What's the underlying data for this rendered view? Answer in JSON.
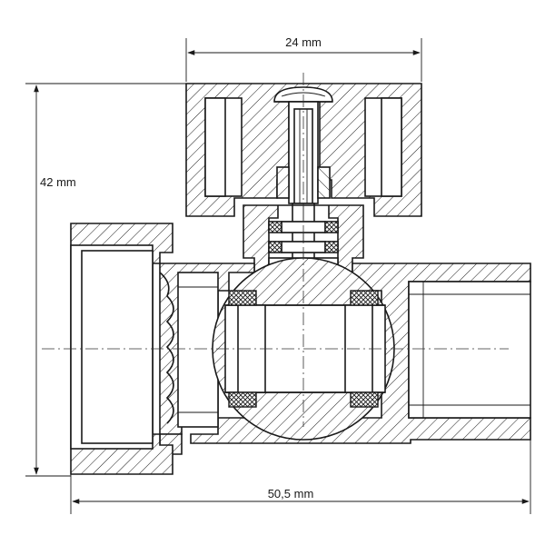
{
  "dimensions": {
    "top_width": "24 mm",
    "height": "42 mm",
    "bottom_length": "50,5 mm"
  },
  "colors": {
    "line": "#1a1a1a",
    "background": "#ffffff"
  }
}
